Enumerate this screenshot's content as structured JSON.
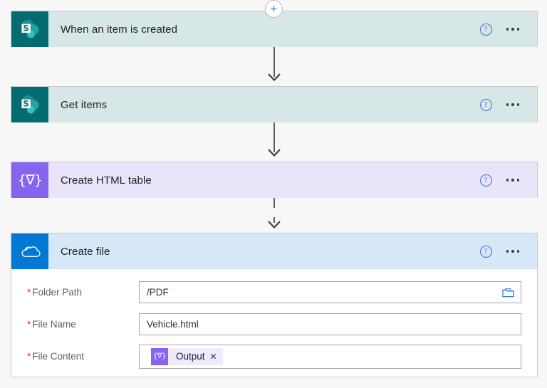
{
  "canvas": {
    "background_color": "#f7f7f7"
  },
  "steps": [
    {
      "id": "trigger-when-an-item-is-created",
      "title": "When an item is created",
      "connector": "SharePoint",
      "icon_name": "sharepoint-icon",
      "icon_color": "#036c70",
      "header_color": "#d7e6e6",
      "help_label": "?",
      "more_label": "More commands"
    },
    {
      "id": "action-get-items",
      "title": "Get items",
      "connector": "SharePoint",
      "icon_name": "sharepoint-icon",
      "icon_color": "#036c70",
      "header_color": "#d7e6e6",
      "help_label": "?",
      "more_label": "More commands"
    },
    {
      "id": "action-create-html-table",
      "title": "Create HTML table",
      "connector": "Data Operations",
      "icon_name": "data-operations-icon",
      "icon_glyph": "{∇}",
      "icon_color": "#8764f0",
      "header_color": "#eae4fb",
      "help_label": "?",
      "more_label": "More commands"
    },
    {
      "id": "action-create-file",
      "title": "Create file",
      "connector": "OneDrive for Business",
      "icon_name": "onedrive-icon",
      "icon_color": "#0078d4",
      "header_color": "#d6e8f7",
      "help_label": "?",
      "more_label": "More commands"
    }
  ],
  "create_file_form": {
    "fields": [
      {
        "label": "Folder Path",
        "required_marker": "*",
        "value": "/PDF",
        "placeholder": "/PDF",
        "trailing_icon": "folder-picker-icon"
      },
      {
        "label": "File Name",
        "required_marker": "*",
        "value": "Vehicle.html",
        "placeholder": "File Name"
      },
      {
        "label": "File Content",
        "required_marker": "*",
        "value": "",
        "placeholder": "File Content",
        "token": {
          "icon_glyph": "{∇}",
          "icon_name": "data-operations-token-icon",
          "icon_color": "#8764f0",
          "label": "Output",
          "remove_label": "✕",
          "chip_color": "#efeafc"
        }
      }
    ]
  },
  "insert_button": {
    "label": "+",
    "tooltip": "Insert a new step"
  },
  "colors": {
    "accent_blue": "#0078d4",
    "sharepoint_teal": "#036c70",
    "dataop_purple": "#8764f0",
    "required_red": "#d13438",
    "connector_gray": "#605e5c"
  }
}
